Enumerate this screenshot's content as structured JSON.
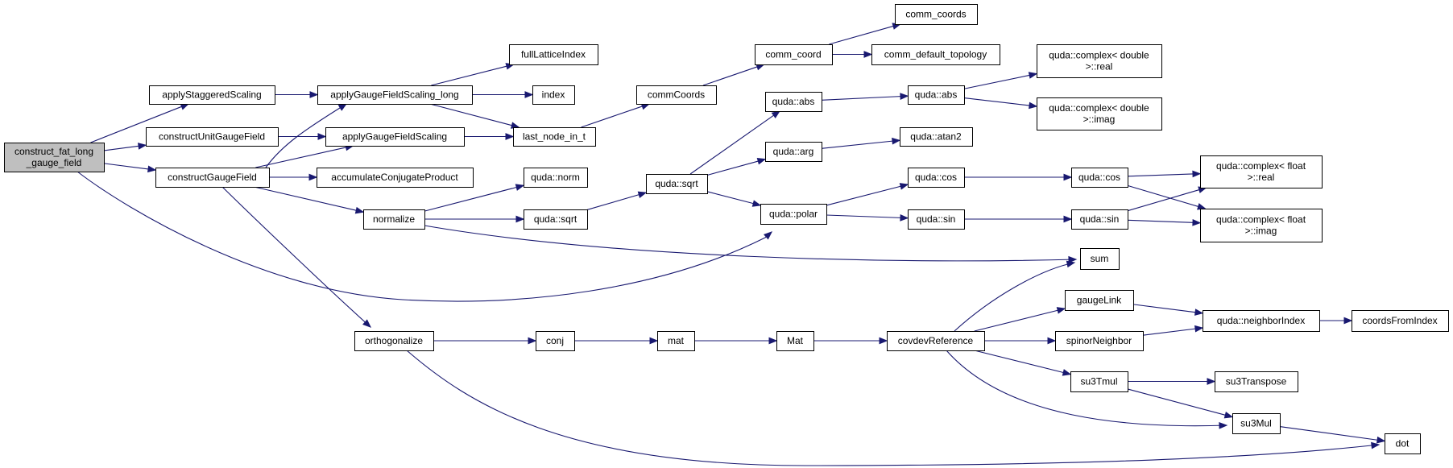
{
  "diagram": {
    "type": "call-graph",
    "colors": {
      "edge": "#191970",
      "root_fill": "#bfbfbf",
      "node_fill": "#ffffff",
      "node_border": "#000000"
    },
    "nodes": [
      {
        "id": "root",
        "lines": [
          "construct_fat_long",
          "_gauge_field"
        ],
        "root": true
      },
      {
        "id": "applyStaggeredScaling",
        "lines": [
          "applyStaggeredScaling"
        ]
      },
      {
        "id": "constructUnitGaugeField",
        "lines": [
          "constructUnitGaugeField"
        ]
      },
      {
        "id": "constructGaugeField",
        "lines": [
          "constructGaugeField"
        ]
      },
      {
        "id": "applyGaugeFieldScaling_long",
        "lines": [
          "applyGaugeFieldScaling_long"
        ]
      },
      {
        "id": "applyGaugeFieldScaling",
        "lines": [
          "applyGaugeFieldScaling"
        ]
      },
      {
        "id": "accumulateConjugateProduct",
        "lines": [
          "accumulateConjugateProduct"
        ]
      },
      {
        "id": "normalize",
        "lines": [
          "normalize"
        ]
      },
      {
        "id": "orthogonalize",
        "lines": [
          "orthogonalize"
        ]
      },
      {
        "id": "fullLatticeIndex",
        "lines": [
          "fullLatticeIndex"
        ]
      },
      {
        "id": "index",
        "lines": [
          "index"
        ]
      },
      {
        "id": "last_node_in_t",
        "lines": [
          "last_node_in_t"
        ]
      },
      {
        "id": "norm",
        "lines": [
          "quda::norm"
        ]
      },
      {
        "id": "sqrt1",
        "lines": [
          "quda::sqrt"
        ]
      },
      {
        "id": "conj",
        "lines": [
          "conj"
        ]
      },
      {
        "id": "commCoords",
        "lines": [
          "commCoords"
        ]
      },
      {
        "id": "sqrt2",
        "lines": [
          "quda::sqrt"
        ]
      },
      {
        "id": "mat",
        "lines": [
          "mat"
        ]
      },
      {
        "id": "comm_coord",
        "lines": [
          "comm_coord"
        ]
      },
      {
        "id": "abs1",
        "lines": [
          "quda::abs"
        ]
      },
      {
        "id": "arg",
        "lines": [
          "quda::arg"
        ]
      },
      {
        "id": "polar",
        "lines": [
          "quda::polar"
        ]
      },
      {
        "id": "Mat",
        "lines": [
          "Mat"
        ]
      },
      {
        "id": "comm_coords",
        "lines": [
          "comm_coords"
        ]
      },
      {
        "id": "comm_default_topology",
        "lines": [
          "comm_default_topology"
        ]
      },
      {
        "id": "abs2",
        "lines": [
          "quda::abs"
        ]
      },
      {
        "id": "atan2",
        "lines": [
          "quda::atan2"
        ]
      },
      {
        "id": "cos1",
        "lines": [
          "quda::cos"
        ]
      },
      {
        "id": "sin1",
        "lines": [
          "quda::sin"
        ]
      },
      {
        "id": "covdevReference",
        "lines": [
          "covdevReference"
        ]
      },
      {
        "id": "cdreal",
        "lines": [
          "quda::complex< double",
          ">::real"
        ]
      },
      {
        "id": "cdimag",
        "lines": [
          "quda::complex< double",
          ">::imag"
        ]
      },
      {
        "id": "cos2",
        "lines": [
          "quda::cos"
        ]
      },
      {
        "id": "sin2",
        "lines": [
          "quda::sin"
        ]
      },
      {
        "id": "sum",
        "lines": [
          "sum"
        ]
      },
      {
        "id": "gaugeLink",
        "lines": [
          "gaugeLink"
        ]
      },
      {
        "id": "spinorNeighbor",
        "lines": [
          "spinorNeighbor"
        ]
      },
      {
        "id": "su3Tmul",
        "lines": [
          "su3Tmul"
        ]
      },
      {
        "id": "su3Mul",
        "lines": [
          "su3Mul"
        ]
      },
      {
        "id": "cfreal",
        "lines": [
          "quda::complex< float",
          ">::real"
        ]
      },
      {
        "id": "cfimag",
        "lines": [
          "quda::complex< float",
          ">::imag"
        ]
      },
      {
        "id": "neighborIndex",
        "lines": [
          "quda::neighborIndex"
        ]
      },
      {
        "id": "su3Transpose",
        "lines": [
          "su3Transpose"
        ]
      },
      {
        "id": "dot",
        "lines": [
          "dot"
        ]
      },
      {
        "id": "coordsFromIndex",
        "lines": [
          "coordsFromIndex"
        ]
      }
    ],
    "edges": [
      [
        "root",
        "applyStaggeredScaling"
      ],
      [
        "root",
        "constructUnitGaugeField"
      ],
      [
        "root",
        "constructGaugeField"
      ],
      [
        "root",
        "polar"
      ],
      [
        "applyStaggeredScaling",
        "applyGaugeFieldScaling_long"
      ],
      [
        "constructUnitGaugeField",
        "applyGaugeFieldScaling"
      ],
      [
        "constructGaugeField",
        "applyGaugeFieldScaling_long"
      ],
      [
        "constructGaugeField",
        "applyGaugeFieldScaling"
      ],
      [
        "constructGaugeField",
        "accumulateConjugateProduct"
      ],
      [
        "constructGaugeField",
        "normalize"
      ],
      [
        "constructGaugeField",
        "orthogonalize"
      ],
      [
        "applyGaugeFieldScaling_long",
        "fullLatticeIndex"
      ],
      [
        "applyGaugeFieldScaling_long",
        "index"
      ],
      [
        "applyGaugeFieldScaling_long",
        "last_node_in_t"
      ],
      [
        "applyGaugeFieldScaling",
        "last_node_in_t"
      ],
      [
        "last_node_in_t",
        "commCoords"
      ],
      [
        "commCoords",
        "comm_coord"
      ],
      [
        "comm_coord",
        "comm_coords"
      ],
      [
        "comm_coord",
        "comm_default_topology"
      ],
      [
        "normalize",
        "norm"
      ],
      [
        "normalize",
        "sqrt1"
      ],
      [
        "normalize",
        "sum"
      ],
      [
        "sqrt1",
        "sqrt2"
      ],
      [
        "sqrt2",
        "abs1"
      ],
      [
        "sqrt2",
        "arg"
      ],
      [
        "sqrt2",
        "polar"
      ],
      [
        "abs1",
        "abs2"
      ],
      [
        "abs2",
        "cdreal"
      ],
      [
        "abs2",
        "cdimag"
      ],
      [
        "arg",
        "atan2"
      ],
      [
        "polar",
        "cos1"
      ],
      [
        "polar",
        "sin1"
      ],
      [
        "cos1",
        "cos2"
      ],
      [
        "sin1",
        "sin2"
      ],
      [
        "cos2",
        "cfreal"
      ],
      [
        "cos2",
        "cfimag"
      ],
      [
        "sin2",
        "cfreal"
      ],
      [
        "sin2",
        "cfimag"
      ],
      [
        "orthogonalize",
        "conj"
      ],
      [
        "orthogonalize",
        "dot"
      ],
      [
        "conj",
        "mat"
      ],
      [
        "mat",
        "Mat"
      ],
      [
        "Mat",
        "covdevReference"
      ],
      [
        "covdevReference",
        "sum"
      ],
      [
        "covdevReference",
        "gaugeLink"
      ],
      [
        "covdevReference",
        "spinorNeighbor"
      ],
      [
        "covdevReference",
        "su3Tmul"
      ],
      [
        "covdevReference",
        "su3Mul"
      ],
      [
        "gaugeLink",
        "neighborIndex"
      ],
      [
        "spinorNeighbor",
        "neighborIndex"
      ],
      [
        "neighborIndex",
        "coordsFromIndex"
      ],
      [
        "su3Tmul",
        "su3Transpose"
      ],
      [
        "su3Tmul",
        "su3Mul"
      ],
      [
        "su3Mul",
        "dot"
      ]
    ]
  }
}
